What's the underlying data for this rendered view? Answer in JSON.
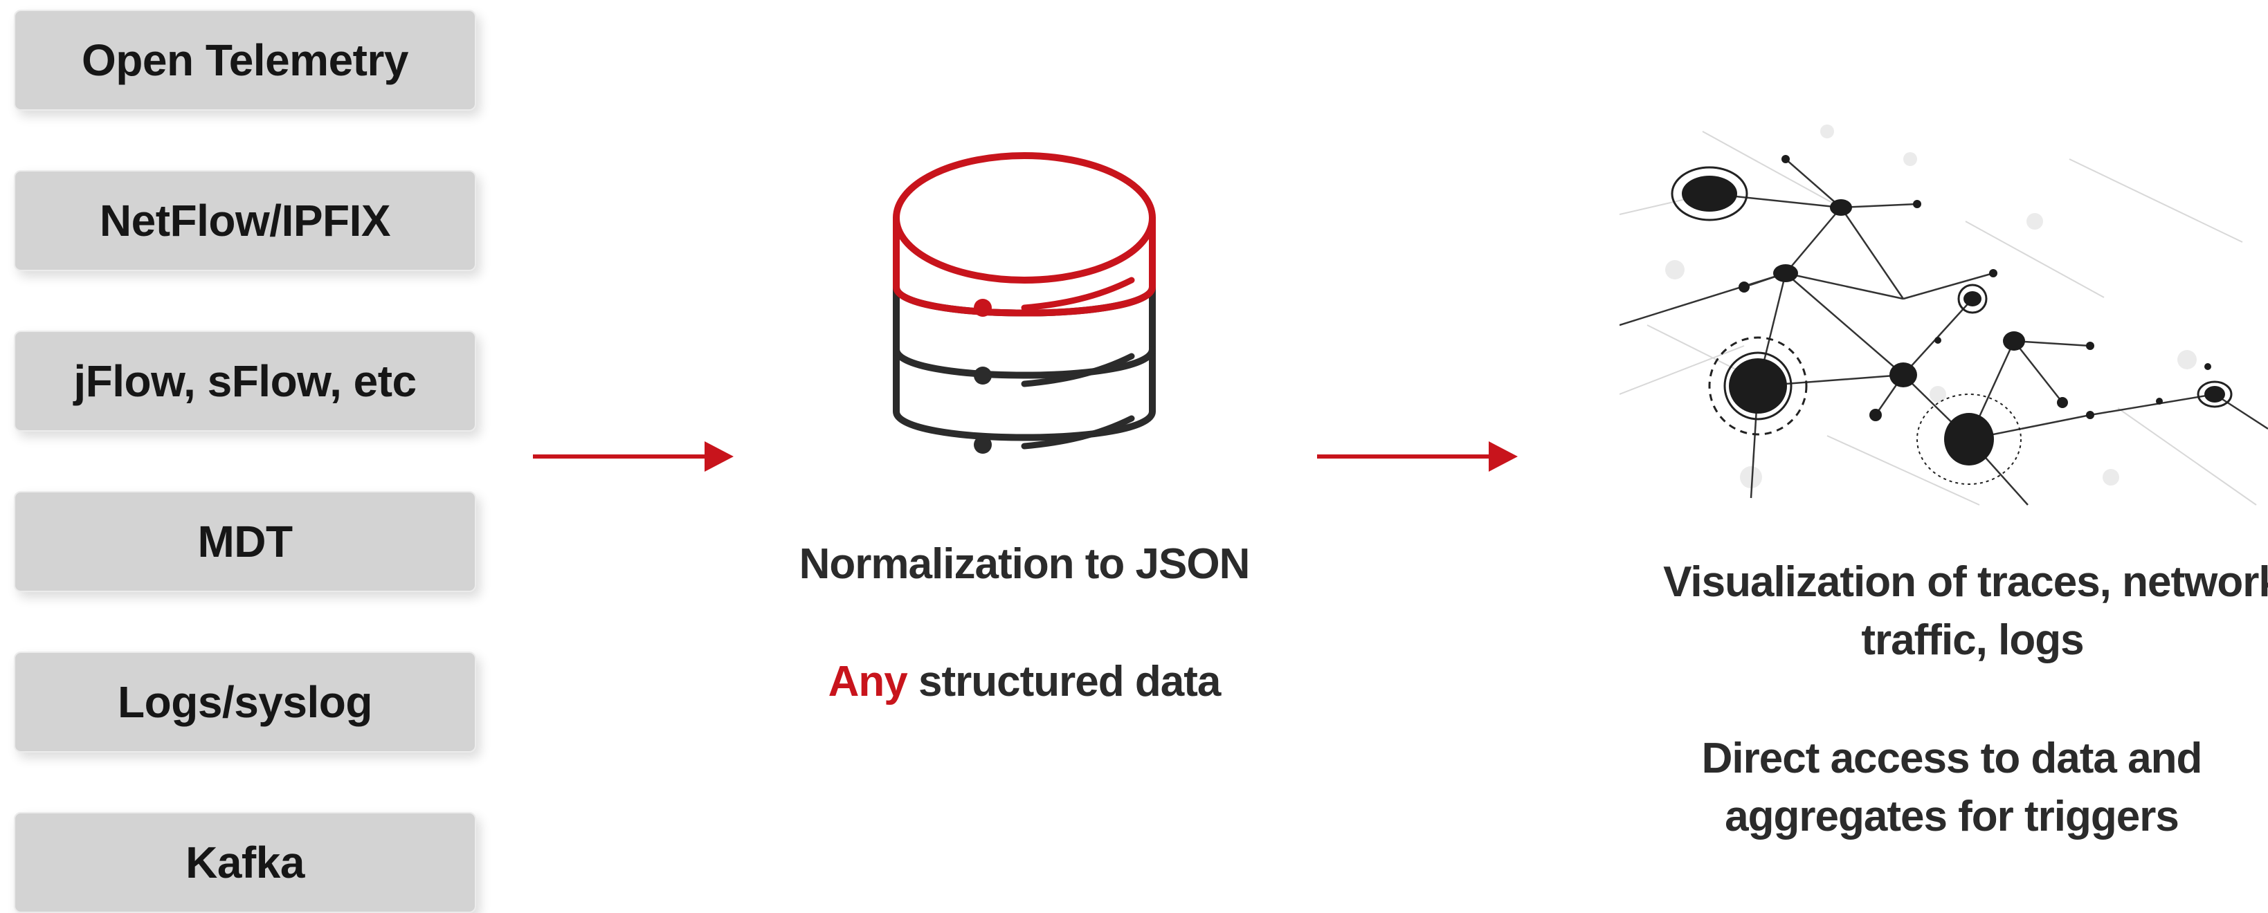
{
  "sources": [
    {
      "label": "Open Telemetry"
    },
    {
      "label": "NetFlow/IPFIX"
    },
    {
      "label": "jFlow, sFlow, etc"
    },
    {
      "label": "MDT"
    },
    {
      "label": "Logs/syslog"
    },
    {
      "label": "Kafka"
    }
  ],
  "normalization": {
    "title": "Normalization to JSON",
    "accent_word": "Any",
    "rest": " structured data"
  },
  "visualization": {
    "line1": "Visualization of traces, network",
    "line2": "traffic, logs",
    "line3": "Direct access to data and",
    "line4": "aggregates for triggers"
  },
  "colors": {
    "accent": "#c8141c",
    "box": "#d3d3d3",
    "text": "#222222"
  },
  "icons": {
    "database": "database-icon",
    "arrow": "arrow-right-icon",
    "network": "network-graph-icon"
  }
}
